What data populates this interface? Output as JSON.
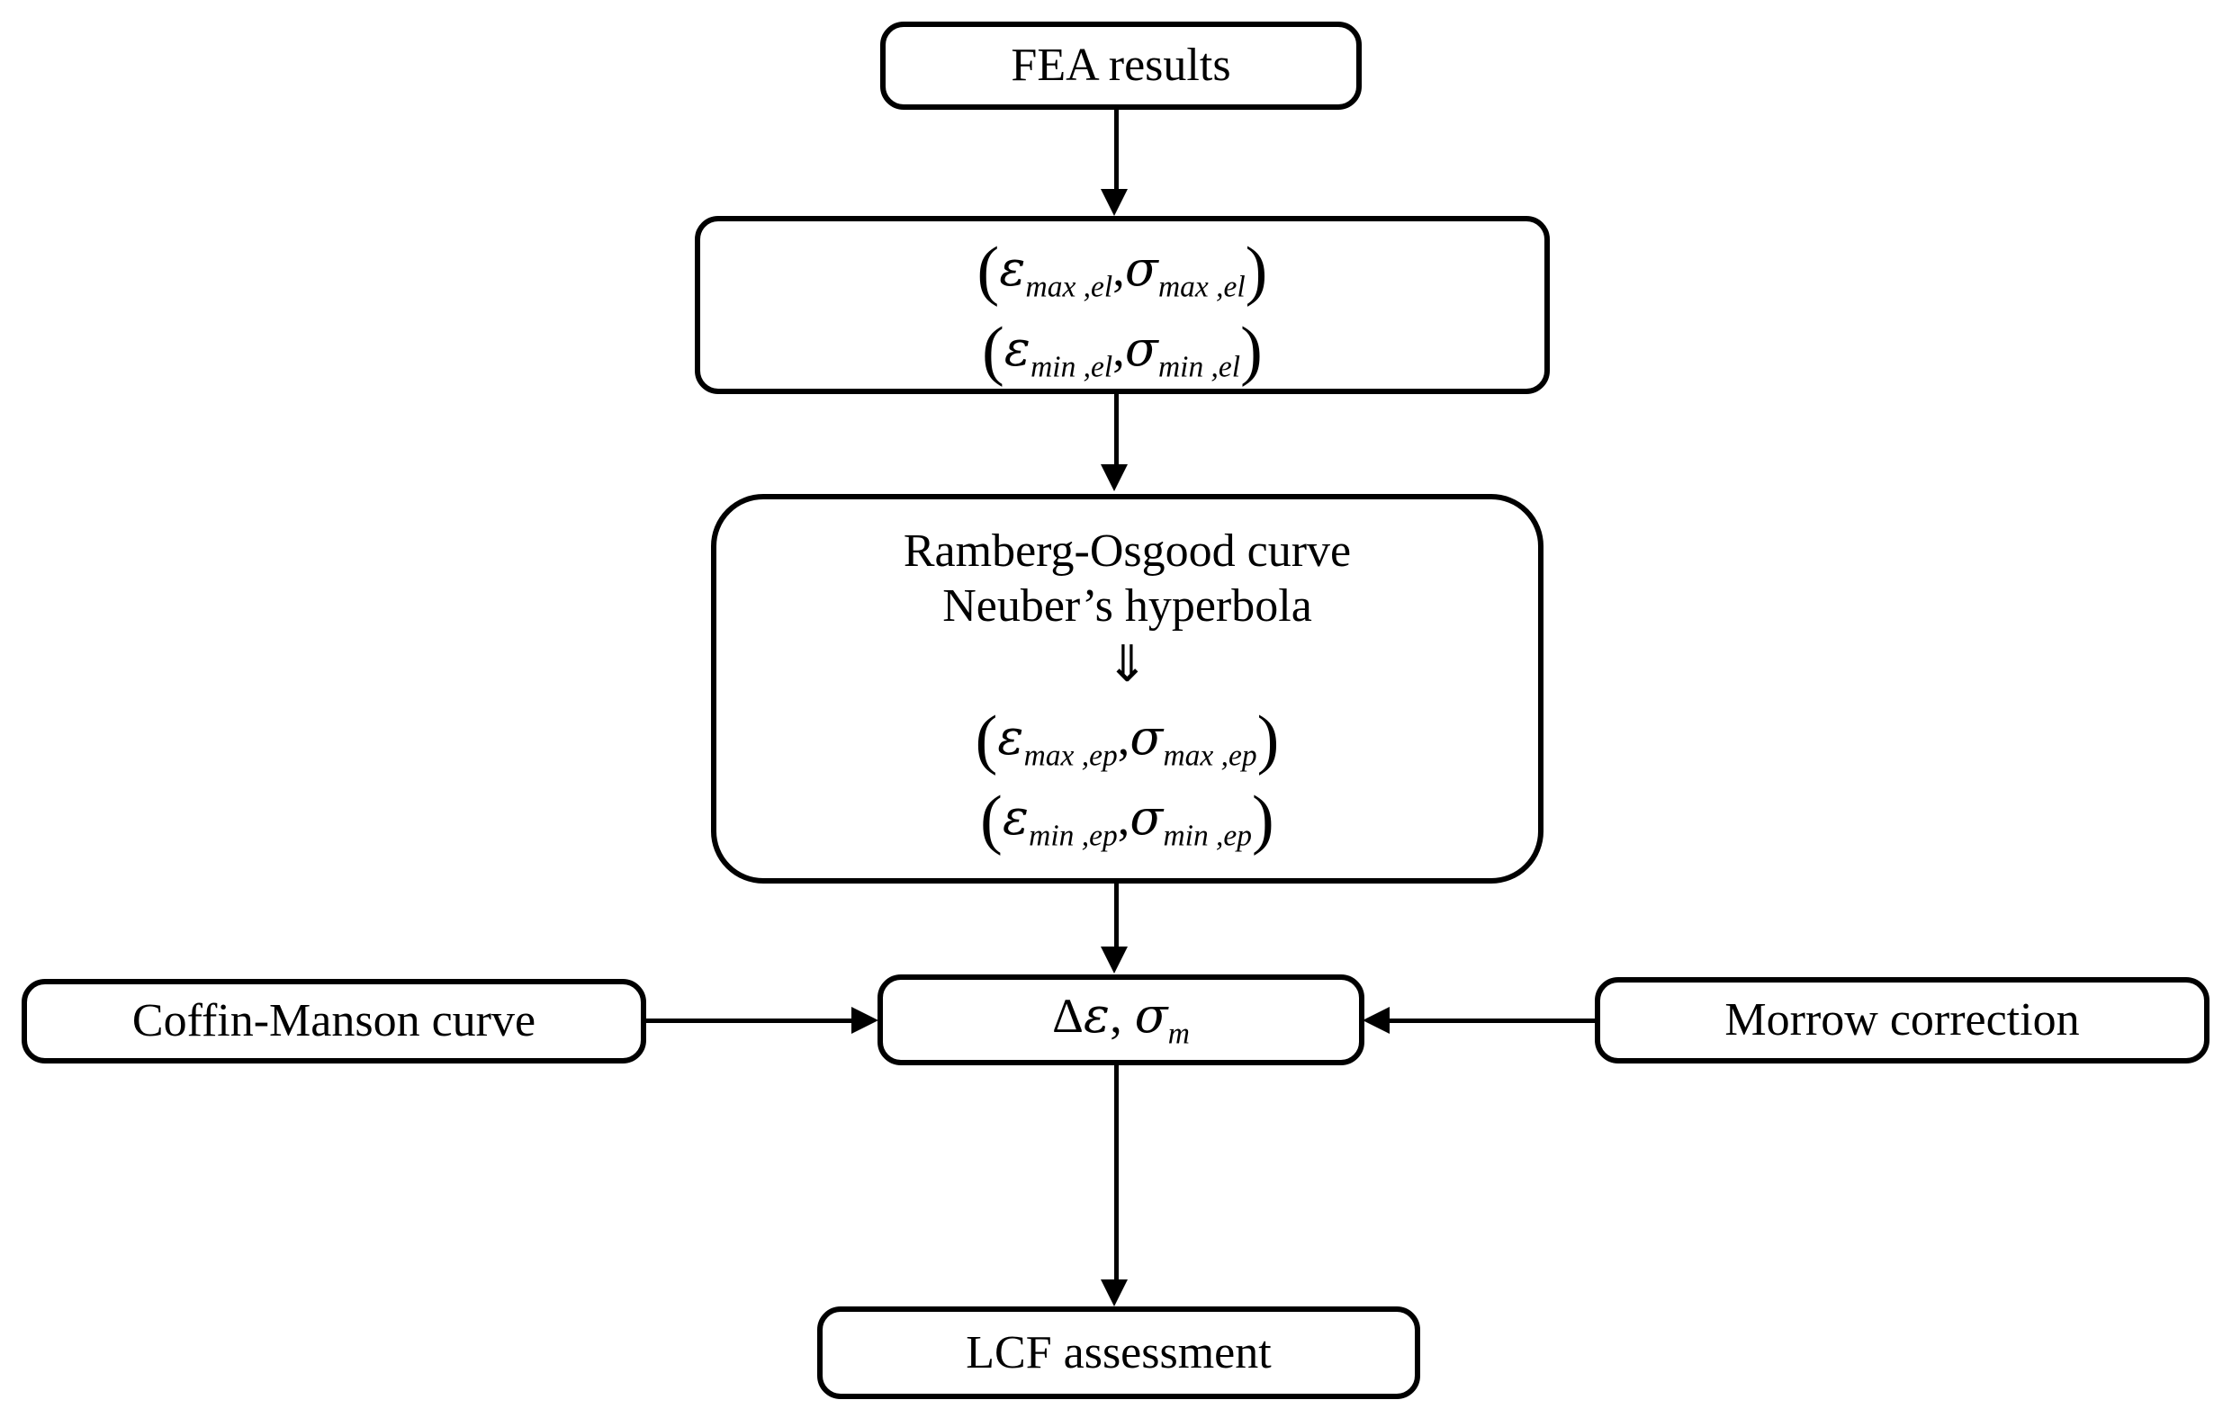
{
  "diagram": {
    "title": "LCF assessment flowchart",
    "background_color": "#ffffff",
    "line_color": "#000000"
  },
  "nodes": {
    "fea": {
      "label": "FEA results"
    },
    "elastic": {
      "line1": {
        "open": "(",
        "sym1": "ε",
        "sub1": "max ,el",
        "comma": ",",
        "sym2": "σ",
        "sub2": "max ,el",
        "close": ")"
      },
      "line2": {
        "open": "(",
        "sym1": "ε",
        "sub1": "min ,el",
        "comma": ",",
        "sym2": "σ",
        "sub2": "min ,el",
        "close": ")"
      }
    },
    "neuber": {
      "line1": "Ramberg-Osgood curve",
      "line2": "Neuber’s hyperbola",
      "implies_glyph": "⇓",
      "line3": {
        "open": "(",
        "sym1": "ε",
        "sub1": "max ,ep",
        "comma": ",",
        "sym2": "σ",
        "sub2": "max ,ep",
        "close": ")"
      },
      "line4": {
        "open": "(",
        "sym1": "ε",
        "sub1": "min ,ep",
        "comma": ",",
        "sym2": "σ",
        "sub2": "min ,ep",
        "close": ")"
      }
    },
    "coffin": {
      "label": "Coffin-Manson curve"
    },
    "delta": {
      "delta_sym": "Δ",
      "eps_sym": "ε",
      "comma": ",",
      "sigma_sym": "σ",
      "sigma_sub": "m"
    },
    "morrow": {
      "label": "Morrow correction"
    },
    "lcf": {
      "label": "LCF assessment"
    }
  },
  "connectors": [
    {
      "name": "fea-to-elastic",
      "from": "fea",
      "to": "elastic",
      "direction": "down"
    },
    {
      "name": "elastic-to-neuber",
      "from": "elastic",
      "to": "neuber",
      "direction": "down"
    },
    {
      "name": "neuber-to-delta",
      "from": "neuber",
      "to": "delta",
      "direction": "down"
    },
    {
      "name": "coffin-to-delta",
      "from": "coffin",
      "to": "delta",
      "direction": "right"
    },
    {
      "name": "morrow-to-delta",
      "from": "morrow",
      "to": "delta",
      "direction": "left"
    },
    {
      "name": "delta-to-lcf",
      "from": "delta",
      "to": "lcf",
      "direction": "down"
    }
  ]
}
